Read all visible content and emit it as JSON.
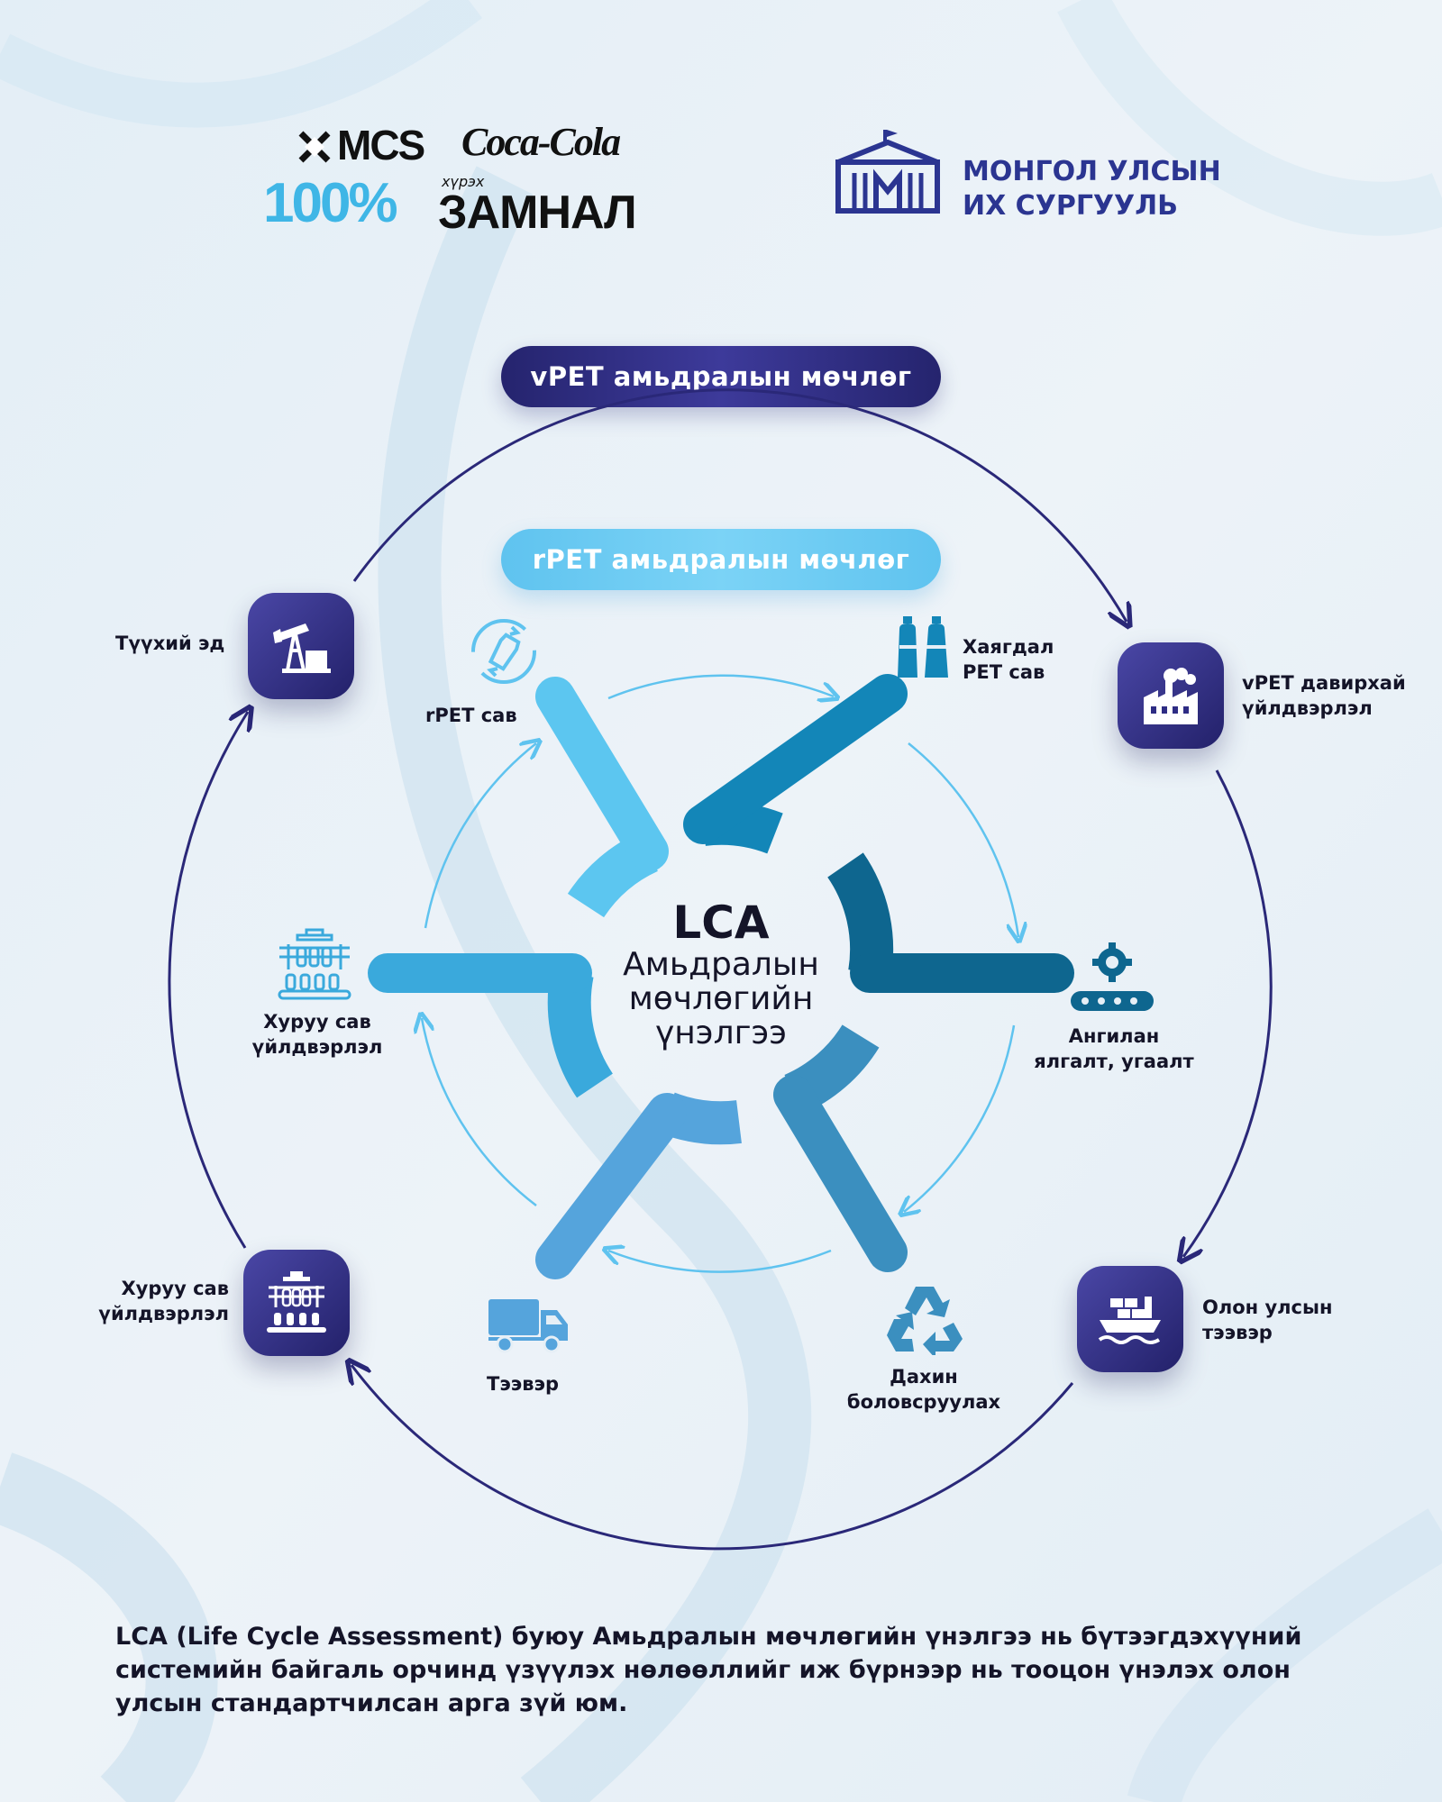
{
  "header": {
    "logo_mcs": "MCS",
    "logo_coca": "Coca-Cola",
    "logo_percent": "100%",
    "logo_small": "хүрэх",
    "logo_zamnal": "ЗАМНАЛ",
    "university": [
      "МОНГОЛ УЛСЫН",
      "ИХ СУРГУУЛЬ"
    ]
  },
  "pills": {
    "vpet": "vPET амьдралын мөчлөг",
    "rpet": "rPET амьдралын мөчлөг"
  },
  "center": {
    "title": "LCA",
    "subtitle": [
      "Амьдралын",
      "мөчлөгийн",
      "үнэлгээ"
    ]
  },
  "outer_nodes": [
    {
      "icon": "oil-pump-icon",
      "lines": [
        "Түүхий эд"
      ]
    },
    {
      "icon": "factory-icon",
      "lines": [
        "vPET давирхай",
        "үйлдвэрлэл"
      ]
    },
    {
      "icon": "ship-icon",
      "lines": [
        "Олон улсын",
        "тээвэр"
      ]
    },
    {
      "icon": "bottling-machine-icon",
      "lines": [
        "Хуруу сав",
        "үйлдвэрлэл"
      ]
    }
  ],
  "inner_nodes": [
    {
      "icon": "recycled-bottle-icon",
      "lines": [
        "rPET сав"
      ]
    },
    {
      "icon": "waste-bottles-icon",
      "lines": [
        "Хаягдал",
        "PET сав"
      ]
    },
    {
      "icon": "sorting-conveyor-icon",
      "lines": [
        "Ангилан",
        "ялгалт, угаалт"
      ]
    },
    {
      "icon": "recycle-icon",
      "lines": [
        "Дахин",
        "боловсруулах"
      ]
    },
    {
      "icon": "truck-icon",
      "lines": [
        "Тээвэр"
      ]
    },
    {
      "icon": "bottling-machine-icon",
      "lines": [
        "Хуруу сав",
        "үйлдвэрлэл"
      ]
    }
  ],
  "colors": {
    "navy": "#2a2878",
    "light_blue": "#5fc3ef",
    "text": "#141428"
  },
  "footer": {
    "lines": [
      "LCA (Life Cycle Assessment) буюу Амьдралын мөчлөгийн үнэлгээ нь бүтээгдэхүүний",
      "системийн байгаль орчинд үзүүлэх нөлөөллийг иж бүрнээр нь тооцон үнэлэх олон",
      "улсын стандартчилсан арга зүй юм."
    ]
  }
}
